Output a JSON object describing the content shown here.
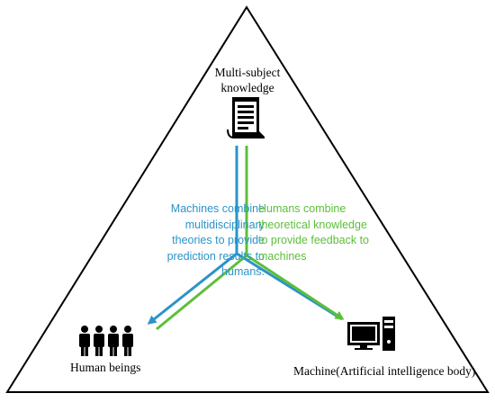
{
  "nodes": {
    "top": {
      "label_lines": [
        "Multi-subject",
        "knowledge"
      ],
      "icon": "document-icon"
    },
    "bottom_left": {
      "label": "Human beings",
      "icon": "people-icon"
    },
    "bottom_right": {
      "label": "Machine(Artificial intelligence body)",
      "icon": "computer-icon"
    }
  },
  "flows": {
    "blue": {
      "color": "#2a94c8",
      "lines": [
        "Machines combine",
        "multidisciplinary",
        "theories to provide",
        "prediction results to",
        "humans."
      ]
    },
    "green": {
      "color": "#5cbf3a",
      "lines": [
        "Humans combine",
        "theoretical knowledge",
        "to provide feedback to",
        "machines"
      ]
    }
  }
}
